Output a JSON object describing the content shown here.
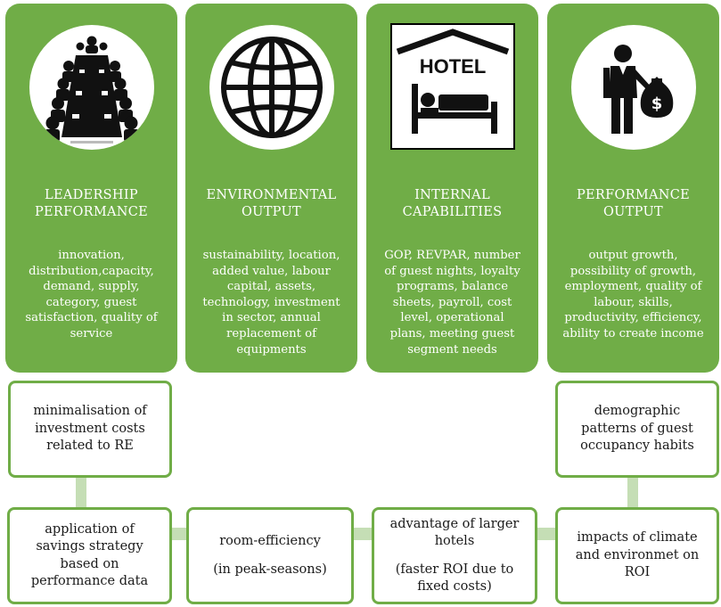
{
  "colors": {
    "panel_green": "#70ad47",
    "connector_green": "#c5deb5",
    "box_border": "#70ad47"
  },
  "panels": [
    {
      "icon": "boardroom-meeting-icon",
      "heading": "LEADERSHIP\nPERFORMANCE",
      "text": "innovation,\ndistribution,capacity,\ndemand, supply,\ncategory, guest\nsatisfaction, quality of\nservice"
    },
    {
      "icon": "globe-icon",
      "heading": "ENVIRONMENTAL\nOUTPUT",
      "text": "sustainability, location,\nadded value, labour\ncapital, assets,\ntechnology, investment\nin sector, annual\nreplacement of\nequipments"
    },
    {
      "icon": "hotel-bed-icon",
      "icon_text": "HOTEL",
      "heading": "INTERNAL\nCAPABILITIES",
      "text": "GOP, REVPAR, number\nof guest nights, loyalty\nprograms, balance\nsheets, payroll, cost\nlevel, operational\nplans, meeting guest\nsegment needs"
    },
    {
      "icon": "businessman-money-bag-icon",
      "heading": "PERFORMANCE\nOUTPUT",
      "text": "output growth,\npossibility of growth,\nemployment, quality of\nlabour, skills,\nproductivity, efficiency,\nability to create income"
    }
  ],
  "boxes": {
    "top_left": "minimalisation of\ninvestment costs\nrelated to RE",
    "top_right": "demographic\npatterns of guest\noccupancy habits",
    "bottom_1": "application of\nsavings strategy\nbased on\nperformance data",
    "bottom_2_main": "room-efficiency",
    "bottom_2_sub": "(in peak-seasons)",
    "bottom_3_main": "advantage of larger\nhotels",
    "bottom_3_sub": "(faster ROI due to\nfixed costs)",
    "bottom_4": "impacts of climate\nand environmet on\nROI"
  }
}
